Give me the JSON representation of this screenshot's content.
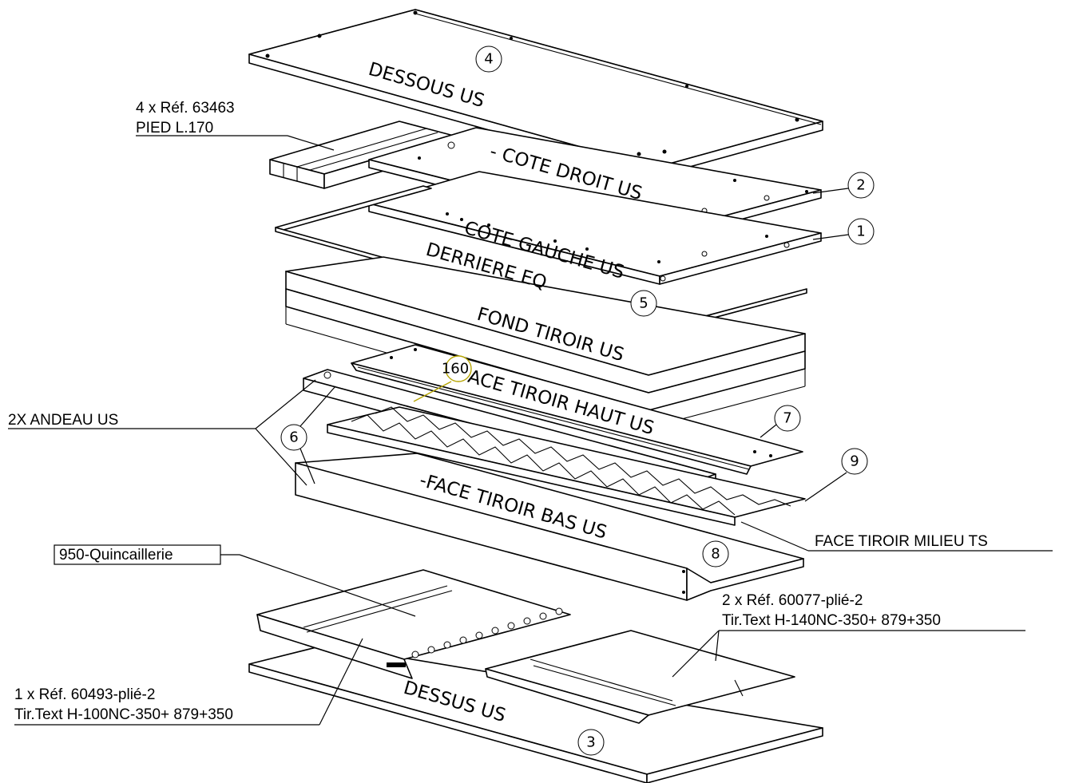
{
  "parts": {
    "dessous": "DESSOUS US",
    "cote_droit": "- COTE DROIT US",
    "cote_gauche": "COTE GAUCHE US",
    "derriere": "DERRIERE EQ",
    "fond_tiroir": "FOND TIROIR US",
    "face_haut": "FACE TIROIR HAUT US",
    "face_bas": "-FACE TIROIR BAS US",
    "face_milieu": "FACE TIROIR MILIEU TS",
    "dessus": "DESSUS US"
  },
  "balloons": {
    "b1": "1",
    "b2": "2",
    "b3": "3",
    "b4": "4",
    "b5": "5",
    "b6": "6",
    "b7": "7",
    "b8": "8",
    "b9": "9",
    "b16": "160"
  },
  "callouts": {
    "pied_ref": "4 x Réf. 63463",
    "pied_name": "PIED L.170",
    "andeau": "2X ANDEAU US",
    "quincaillerie": "950-Quincaillerie",
    "ref_60077": "2 x Réf. 60077-plié-2",
    "tir_140": "Tir.Text H-140NC-350+ 879+350",
    "ref_60493": "1 x Réf. 60493-plié-2",
    "tir_100": "Tir.Text H-100NC-350+ 879+350"
  },
  "colors": {
    "line": "#000000",
    "background": "#ffffff",
    "marker": "#b5a400"
  }
}
